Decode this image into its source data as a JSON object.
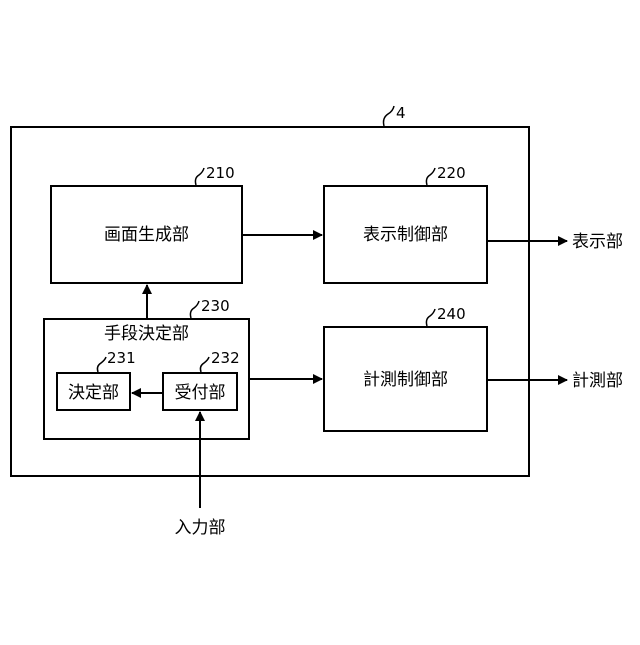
{
  "device": {
    "ref": "4"
  },
  "blocks": {
    "screen_generation": {
      "label": "画面生成部",
      "ref": "210"
    },
    "display_control": {
      "label": "表示制御部",
      "ref": "220"
    },
    "means_determination": {
      "label": "手段決定部",
      "ref": "230"
    },
    "determination": {
      "label": "決定部",
      "ref": "231"
    },
    "reception": {
      "label": "受付部",
      "ref": "232"
    },
    "measurement_control": {
      "label": "計測制御部",
      "ref": "240"
    }
  },
  "external": {
    "display": "表示部",
    "measurement": "計測部",
    "input": "入力部"
  }
}
